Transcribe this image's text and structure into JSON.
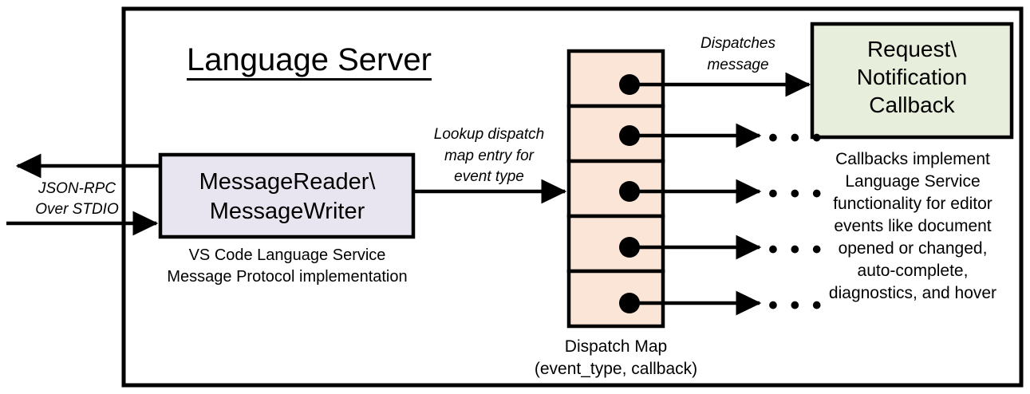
{
  "diagram": {
    "title": "Language Server",
    "colors": {
      "outline": "#000000",
      "reader_box_fill": "#e9e5f0",
      "dispatch_map_fill": "#fbe5d6",
      "callback_box_fill": "#e8eedc",
      "background": "#ffffff"
    },
    "external_io": {
      "label": "JSON-RPC\nOver STDIO",
      "outbound_arrow": "arrow-out-left",
      "inbound_arrow": "arrow-in-right"
    },
    "reader_box": {
      "label": "MessageReader\\\nMessageWriter",
      "caption": "VS Code Language Service\nMessage Protocol implementation"
    },
    "lookup_edge": {
      "label": "Lookup dispatch\nmap entry for\nevent type"
    },
    "dispatch_map": {
      "caption": "Dispatch Map\n(event_type, callback)",
      "entries": [
        {
          "marker": "callback-dot",
          "outgoing": "dispatch-arrow-1"
        },
        {
          "marker": "callback-dot",
          "outgoing": "dispatch-arrow-2"
        },
        {
          "marker": "callback-dot",
          "outgoing": "dispatch-arrow-3"
        },
        {
          "marker": "callback-dot",
          "outgoing": "dispatch-arrow-4"
        },
        {
          "marker": "callback-dot",
          "outgoing": "dispatch-arrow-5"
        }
      ]
    },
    "dispatch_edge": {
      "label": "Dispatches\nmessage"
    },
    "callback_box": {
      "label": "Request\\\nNotification\nCallback",
      "caption": "Callbacks implement\nLanguage Service\nfunctionality for editor\nevents like document\nopened or changed,\nauto-complete,\ndiagnostics, and hover"
    },
    "ellipses": [
      {
        "text": "• • •"
      },
      {
        "text": "• • •"
      },
      {
        "text": "• • •"
      },
      {
        "text": "• • •"
      }
    ]
  }
}
